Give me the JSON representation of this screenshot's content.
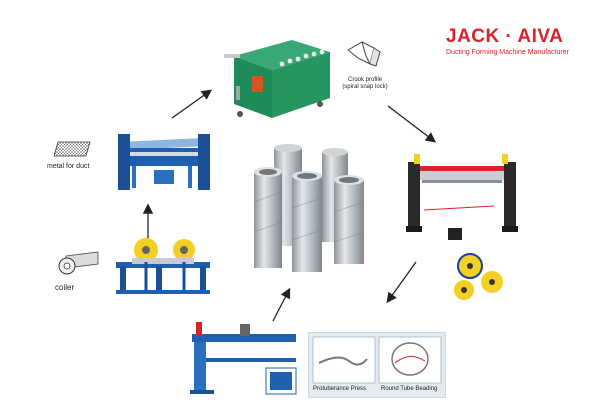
{
  "brand": {
    "title": "JACK · AIVA",
    "subtitle": "Ducting Forming Machine Manufacturer",
    "color": "#d8232a"
  },
  "labels": {
    "crook_profile_line1": "Crook profile",
    "crook_profile_line2": "(spiral snap lock)",
    "metal_for_duct": "metal for duct",
    "coiler": "coiler",
    "protuberance_press": "Protuberance Press",
    "round_tube_beading": "Round Tube Beading"
  },
  "icons": {
    "arrow": "arrow-icon",
    "sheet": "metal-sheet-icon",
    "coil": "coil-icon",
    "profile": "crook-profile-icon"
  },
  "colors": {
    "machine_blue": "#1f5fb0",
    "machine_green": "#1f8a5a",
    "machine_black": "#2a2a2a",
    "yellow_part": "#f2d024",
    "steel": "#b9c0c6"
  }
}
